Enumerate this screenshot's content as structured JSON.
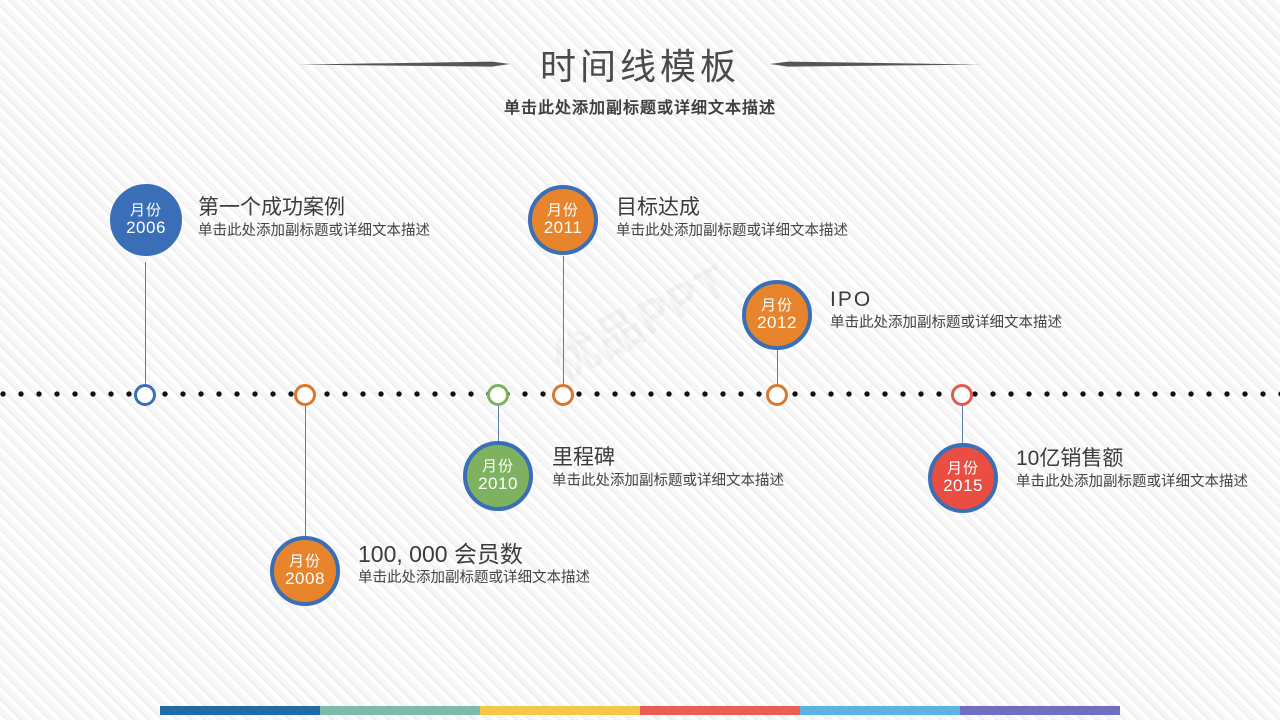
{
  "header": {
    "title": "时间线模板",
    "subtitle": "单击此处添加副标题或详细文本描述",
    "left_rule_icon": "tapered-arrow-right-icon",
    "right_rule_icon": "tapered-arrow-left-icon"
  },
  "watermark": {
    "text": "优品PPT"
  },
  "timeline": {
    "axis_style": "dotted",
    "axis_dot_color": "#111111",
    "items": [
      {
        "id": "2006",
        "month_label": "月份",
        "year": "2006",
        "title": "第一个成功案例",
        "description": "单击此处添加副标题或详细文本描述",
        "position": "above",
        "fill_color": "#3a6fb8",
        "ring_color": "#3a6fb8",
        "marker_color": "#3a6fb8"
      },
      {
        "id": "2008",
        "month_label": "月份",
        "year": "2008",
        "title": "100, 000  会员数",
        "description": "单击此处添加副标题或详细文本描述",
        "position": "below",
        "fill_color": "#e8842c",
        "ring_color": "#3a6fb8",
        "marker_color": "#d9772a"
      },
      {
        "id": "2010",
        "month_label": "月份",
        "year": "2010",
        "title": "里程碑",
        "description": "单击此处添加副标题或详细文本描述",
        "position": "below",
        "fill_color": "#7fb260",
        "ring_color": "#3a6fb8",
        "marker_color": "#7fb260"
      },
      {
        "id": "2011",
        "month_label": "月份",
        "year": "2011",
        "title": "目标达成",
        "description": "单击此处添加副标题或详细文本描述",
        "position": "above",
        "fill_color": "#e8842c",
        "ring_color": "#3a6fb8",
        "marker_color": "#d9772a"
      },
      {
        "id": "2012",
        "month_label": "月份",
        "year": "2012",
        "title": "IPO",
        "description": "单击此处添加副标题或详细文本描述",
        "position": "above",
        "fill_color": "#e8842c",
        "ring_color": "#3a6fb8",
        "marker_color": "#d9772a"
      },
      {
        "id": "2015",
        "month_label": "月份",
        "year": "2015",
        "title": "10亿销售额",
        "description": "单击此处添加副标题或详细文本描述",
        "position": "below",
        "fill_color": "#ea4d42",
        "ring_color": "#3a6fb8",
        "marker_color": "#e05a50"
      }
    ]
  },
  "footer_bar": {
    "segments": [
      "#1f6ca4",
      "#7fb9ab",
      "#f4c64a",
      "#ea5f52",
      "#5cb3e0",
      "#6f6fc0"
    ]
  }
}
